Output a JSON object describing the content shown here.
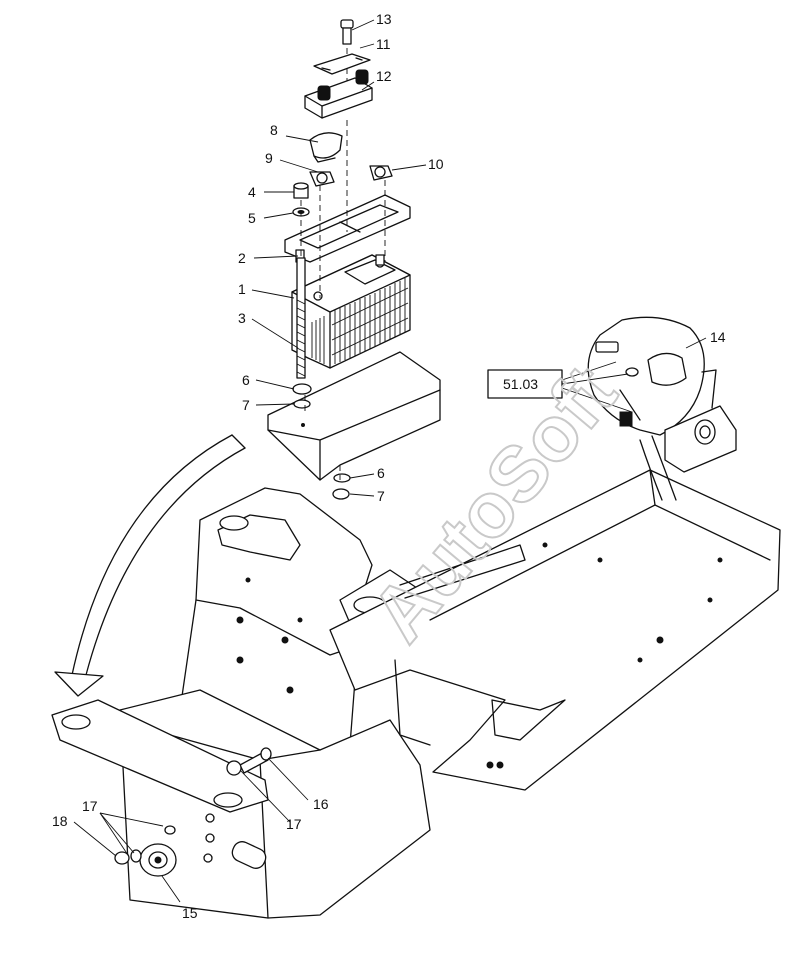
{
  "callouts": [
    {
      "id": "13",
      "label": "13"
    },
    {
      "id": "11",
      "label": "11"
    },
    {
      "id": "12",
      "label": "12"
    },
    {
      "id": "8",
      "label": "8"
    },
    {
      "id": "9",
      "label": "9"
    },
    {
      "id": "10",
      "label": "10"
    },
    {
      "id": "4",
      "label": "4"
    },
    {
      "id": "5",
      "label": "5"
    },
    {
      "id": "2",
      "label": "2"
    },
    {
      "id": "1",
      "label": "1"
    },
    {
      "id": "3",
      "label": "3"
    },
    {
      "id": "6a",
      "label": "6"
    },
    {
      "id": "7a",
      "label": "7"
    },
    {
      "id": "6b",
      "label": "6"
    },
    {
      "id": "7b",
      "label": "7"
    },
    {
      "id": "14",
      "label": "14"
    },
    {
      "id": "16",
      "label": "16"
    },
    {
      "id": "17a",
      "label": "17"
    },
    {
      "id": "17b",
      "label": "17"
    },
    {
      "id": "18",
      "label": "18"
    },
    {
      "id": "15",
      "label": "15"
    }
  ],
  "reference_box": {
    "label": "51.03"
  },
  "watermark": {
    "text": "AutoSoft"
  }
}
